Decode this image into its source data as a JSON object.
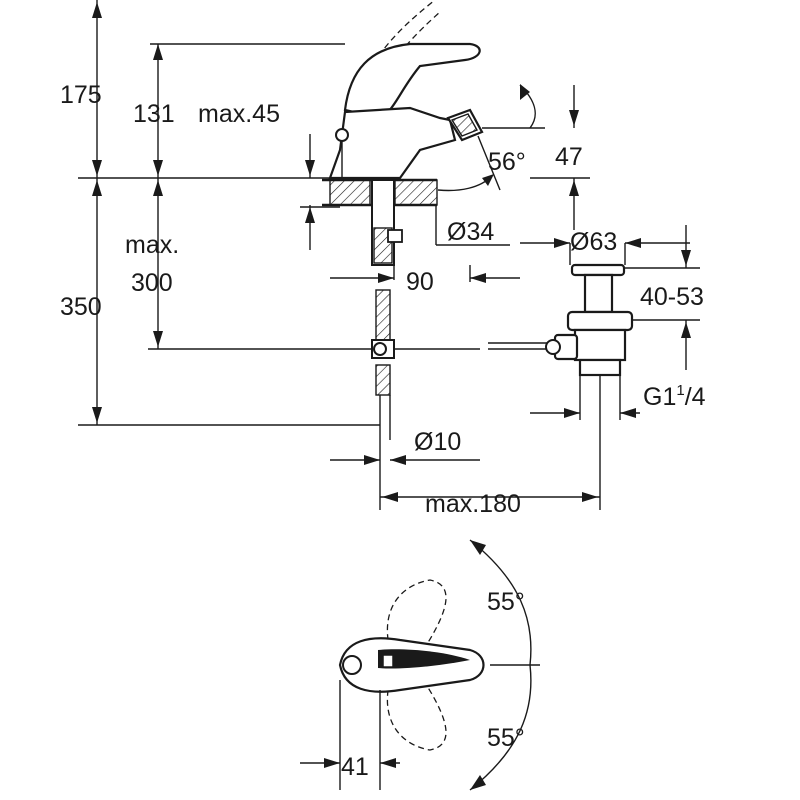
{
  "labels": {
    "h175": "175",
    "h131": "131",
    "max45": "max.45",
    "max_line1": "max.",
    "max_line2": "300",
    "h350": "350",
    "d34": "Ø34",
    "d90": "90",
    "a56": "56°",
    "h47": "47",
    "d63": "Ø63",
    "r4053": "40-53",
    "g_main": "G1",
    "g_num": "1",
    "g_den": "/4",
    "d10": "Ø10",
    "max180": "max.180",
    "a55_top": "55°",
    "a55_bottom": "55°",
    "d41": "41"
  }
}
